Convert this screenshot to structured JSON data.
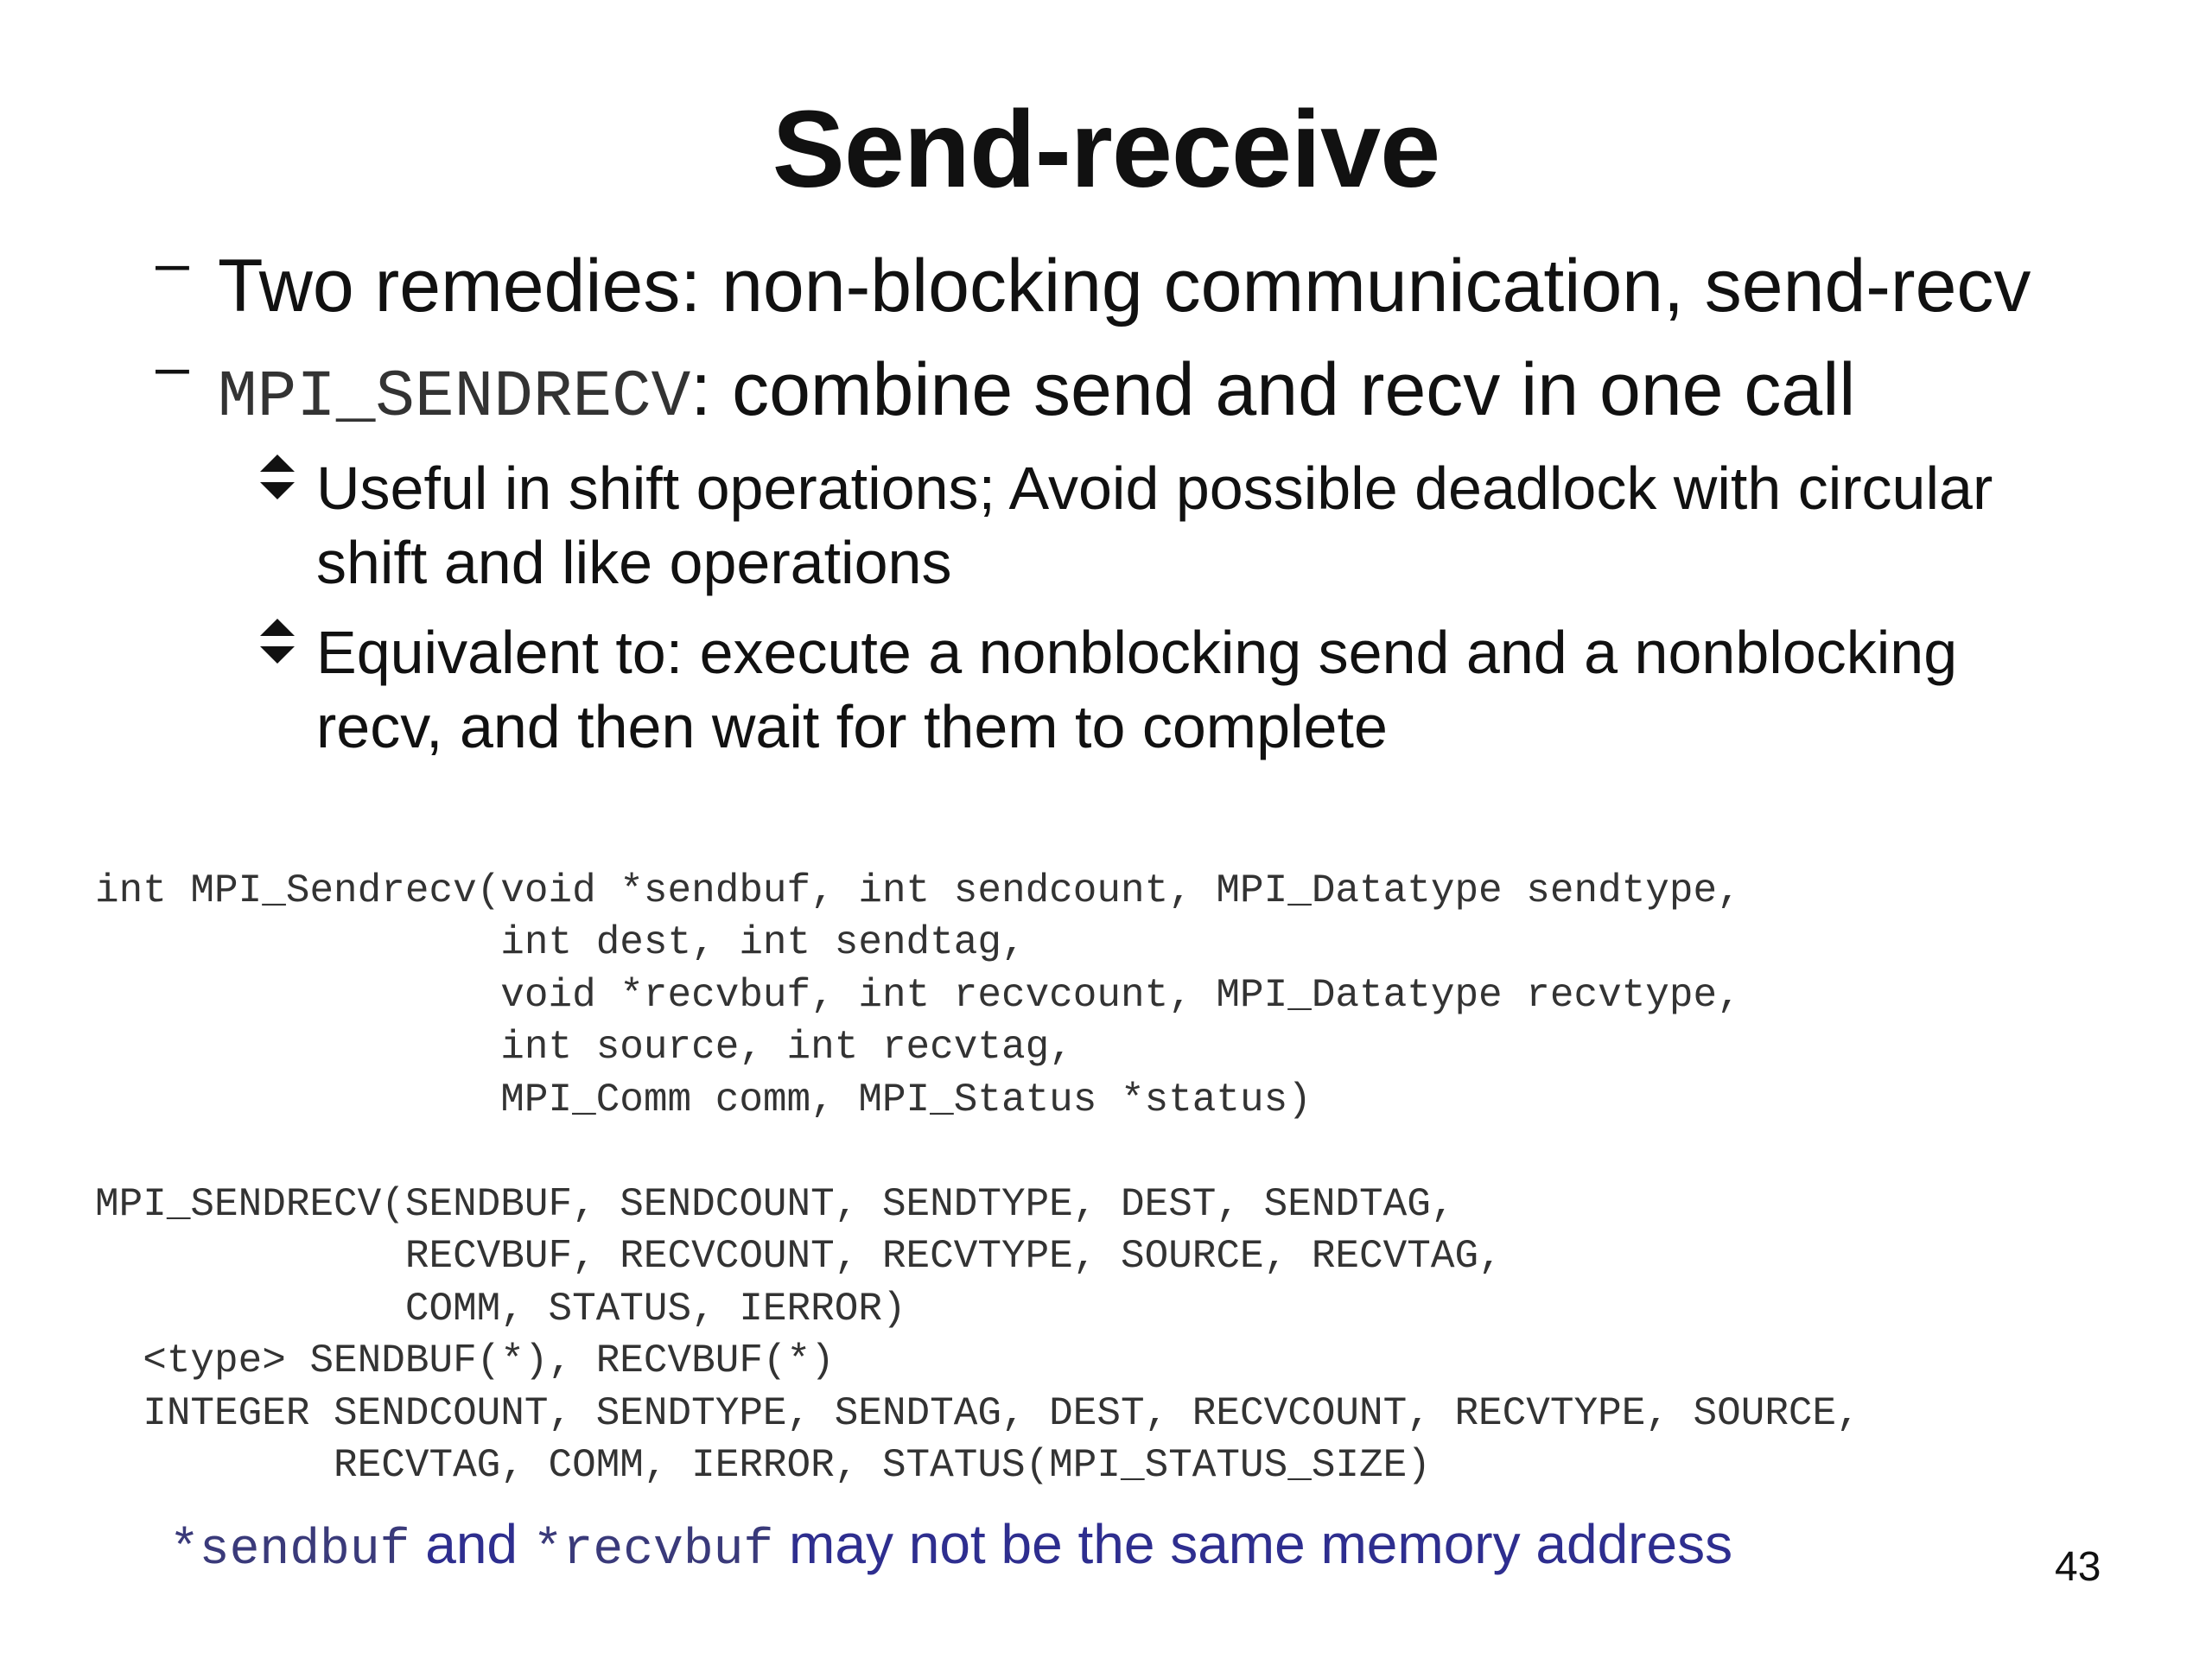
{
  "slide": {
    "title": "Send-receive",
    "bullets": [
      {
        "marker": "–",
        "text": "Two remedies: non-blocking communication, send-recv"
      },
      {
        "marker": "–",
        "code": "MPI_SENDRECV",
        "text": ": combine send and recv in one call"
      }
    ],
    "sub_bullets": [
      {
        "line1": "Useful in shift operations; Avoid possible deadlock with circular",
        "line2": "shift and like operations"
      },
      {
        "line1": "Equivalent to: execute a nonblocking send and a nonblocking",
        "line2": "recv, and then wait for them to complete"
      }
    ],
    "c_code": [
      "int MPI_Sendrecv(void *sendbuf, int sendcount, MPI_Datatype sendtype,",
      "                 int dest, int sendtag,",
      "                 void *recvbuf, int recvcount, MPI_Datatype recvtype,",
      "                 int source, int recvtag,",
      "                 MPI_Comm comm, MPI_Status *status)"
    ],
    "fortran_code": [
      "MPI_SENDRECV(SENDBUF, SENDCOUNT, SENDTYPE, DEST, SENDTAG,",
      "             RECVBUF, RECVCOUNT, RECVTYPE, SOURCE, RECVTAG,",
      "             COMM, STATUS, IERROR)",
      "  <type> SENDBUF(*), RECVBUF(*)",
      "  INTEGER SENDCOUNT, SENDTYPE, SENDTAG, DEST, RECVCOUNT, RECVTYPE, SOURCE,",
      "          RECVTAG, COMM, IERROR, STATUS(MPI_STATUS_SIZE)"
    ],
    "note": {
      "code1": "*sendbuf",
      "text1": " and ",
      "code2": "*recvbuf",
      "text2": " may not be the same memory address"
    },
    "page_number": "43"
  }
}
